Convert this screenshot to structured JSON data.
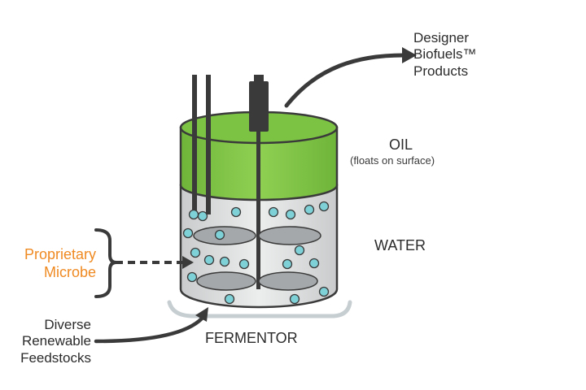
{
  "labels": {
    "products": [
      "Designer",
      "Biofuels™",
      "Products"
    ],
    "oil": "OIL",
    "oil_note": "(floats on surface)",
    "water": "WATER",
    "microbe": [
      "Proprietary",
      "Microbe"
    ],
    "feedstocks": [
      "Diverse",
      "Renewable",
      "Feedstocks"
    ],
    "fermentor": "FERMENTOR"
  },
  "colors": {
    "oil_green": "#7cc243",
    "oil_green_dark": "#5a9a2e",
    "microbe_orange": "#ef8a22",
    "microbe_teal": "#7fd1d8",
    "tank_gray": "#d6d8d9",
    "impeller_gray": "#a5a8aa",
    "outline": "#3a3a3a",
    "base_light": "#c7ced2"
  }
}
